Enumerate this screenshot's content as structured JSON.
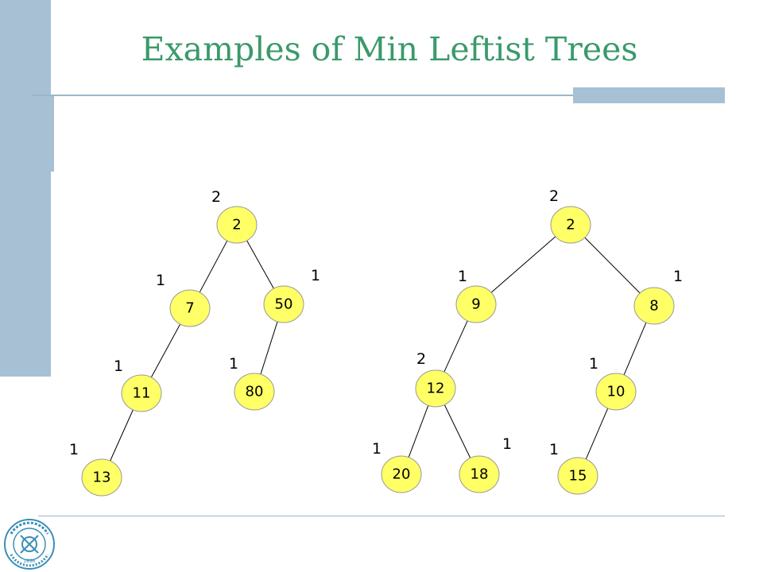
{
  "title": "Examples of Min Leftist Trees",
  "colors": {
    "title": "#3a9a6a",
    "node_fill": "#ffff66",
    "sidebar": "#a7c0d4"
  },
  "logo": {
    "icon": "university-seal-icon",
    "text": "1896"
  },
  "trees": [
    {
      "name": "tree-1",
      "nodes": [
        {
          "id": "t1-2",
          "key": "2",
          "npl": "2"
        },
        {
          "id": "t1-7",
          "key": "7",
          "npl": "1"
        },
        {
          "id": "t1-50",
          "key": "50",
          "npl": "1"
        },
        {
          "id": "t1-11",
          "key": "11",
          "npl": "1"
        },
        {
          "id": "t1-80",
          "key": "80",
          "npl": "1"
        },
        {
          "id": "t1-13",
          "key": "13",
          "npl": "1"
        }
      ],
      "edges": [
        [
          "t1-2",
          "t1-7"
        ],
        [
          "t1-2",
          "t1-50"
        ],
        [
          "t1-7",
          "t1-11"
        ],
        [
          "t1-50",
          "t1-80"
        ],
        [
          "t1-11",
          "t1-13"
        ]
      ]
    },
    {
      "name": "tree-2",
      "nodes": [
        {
          "id": "t2-2",
          "key": "2",
          "npl": "2"
        },
        {
          "id": "t2-9",
          "key": "9",
          "npl": "1"
        },
        {
          "id": "t2-8",
          "key": "8",
          "npl": "1"
        },
        {
          "id": "t2-12",
          "key": "12",
          "npl": "2"
        },
        {
          "id": "t2-10",
          "key": "10",
          "npl": "1"
        },
        {
          "id": "t2-20",
          "key": "20",
          "npl": "1"
        },
        {
          "id": "t2-18",
          "key": "18",
          "npl": "1"
        },
        {
          "id": "t2-15",
          "key": "15",
          "npl": "1"
        }
      ],
      "edges": [
        [
          "t2-2",
          "t2-9"
        ],
        [
          "t2-2",
          "t2-8"
        ],
        [
          "t2-9",
          "t2-12"
        ],
        [
          "t2-8",
          "t2-10"
        ],
        [
          "t2-12",
          "t2-20"
        ],
        [
          "t2-12",
          "t2-18"
        ],
        [
          "t2-10",
          "t2-15"
        ]
      ]
    }
  ]
}
